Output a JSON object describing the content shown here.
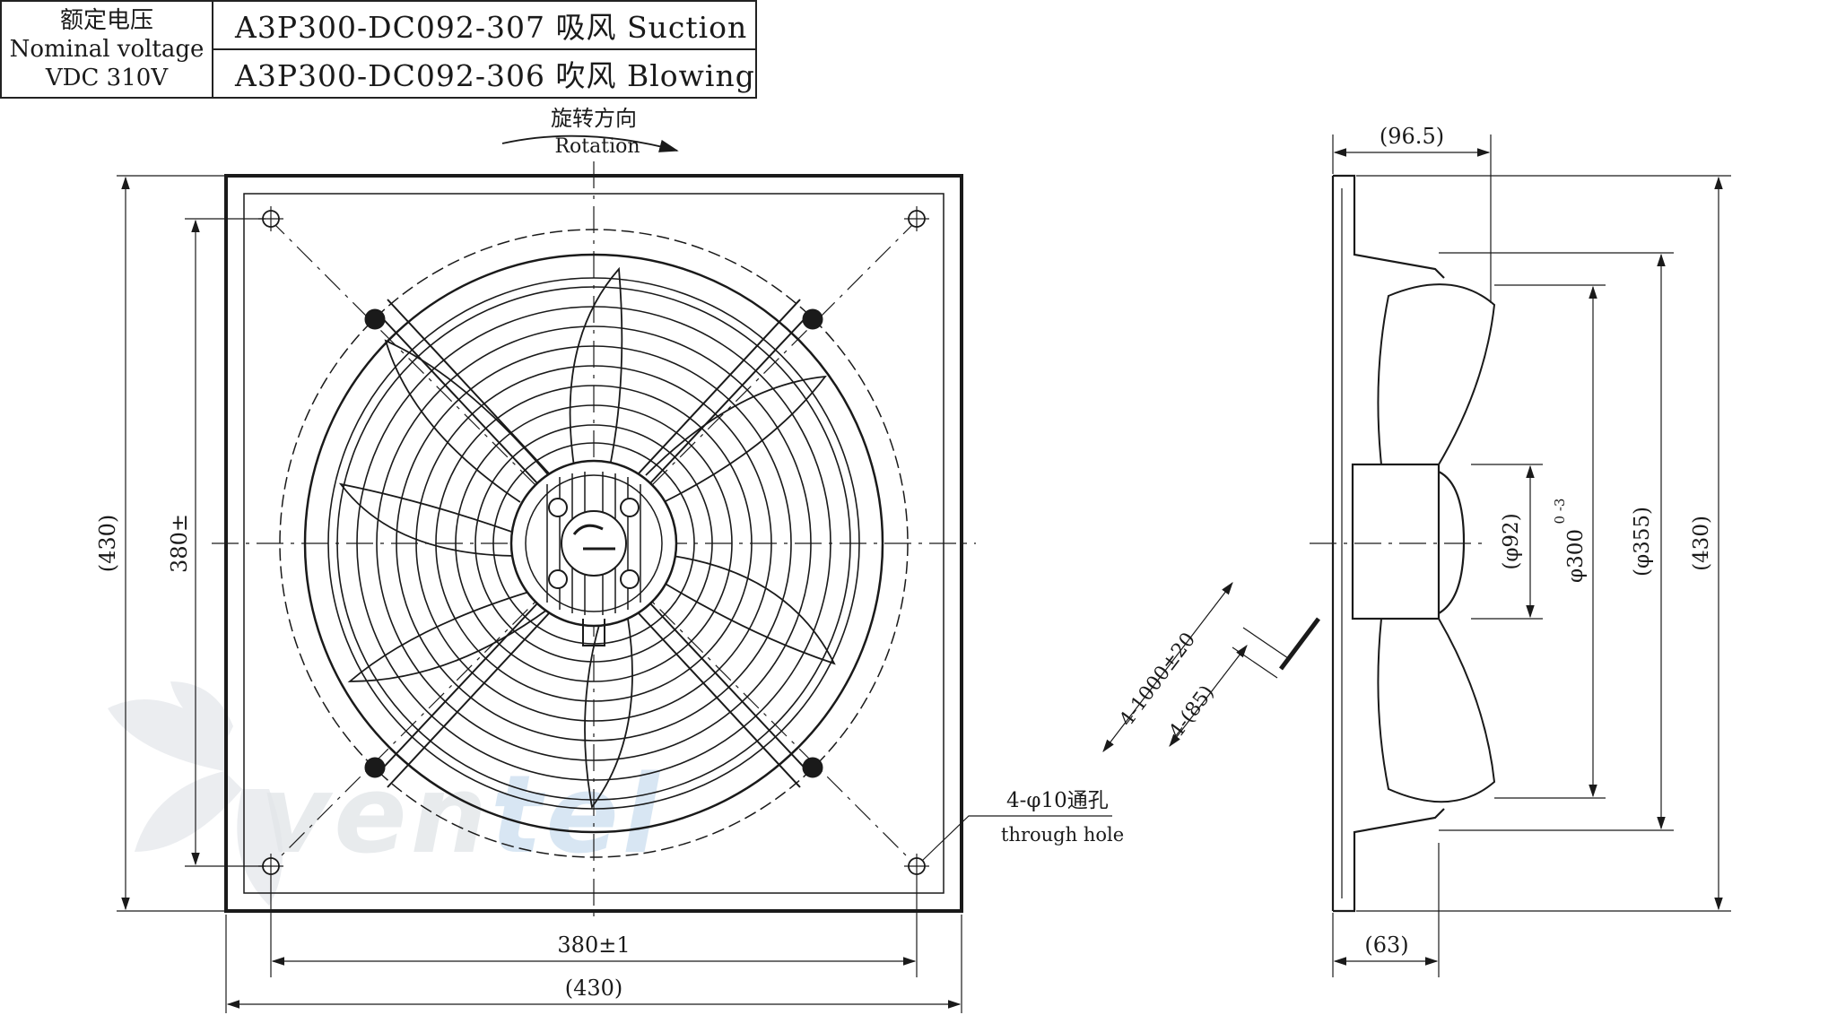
{
  "spec": {
    "voltage_cn": "额定电压",
    "voltage_en": "Nominal voltage",
    "voltage_value": "VDC 310V",
    "model_suction": "A3P300-DC092-307 吸风 Suction",
    "model_blowing": "A3P300-DC092-306 吹风 Blowing"
  },
  "rotation": {
    "cn": "旋转方向",
    "en": "Rotation"
  },
  "front": {
    "dim_width": "(430)",
    "dim_height": "(430)",
    "dim_hole_h": "380±1",
    "dim_hole_v": "380±",
    "hole_note_1": "4-φ10通孔",
    "hole_note_2": "through hole"
  },
  "side": {
    "dim_top": "(96.5)",
    "dim_bottom": "(63)",
    "dim_hub": "(φ92)",
    "dim_impeller": "φ300",
    "dim_tol": "0 -3",
    "dim_ring": "(φ355)",
    "dim_total": "(430)",
    "cable_1": "4-1000±20",
    "cable_2": "4-(85)"
  },
  "watermark": {
    "main": "ven",
    "accent": "tel"
  },
  "colors": {
    "line": "#1a1a1a",
    "watermark": "#d6dbe0",
    "watermark_accent": "#b9d3ea"
  }
}
